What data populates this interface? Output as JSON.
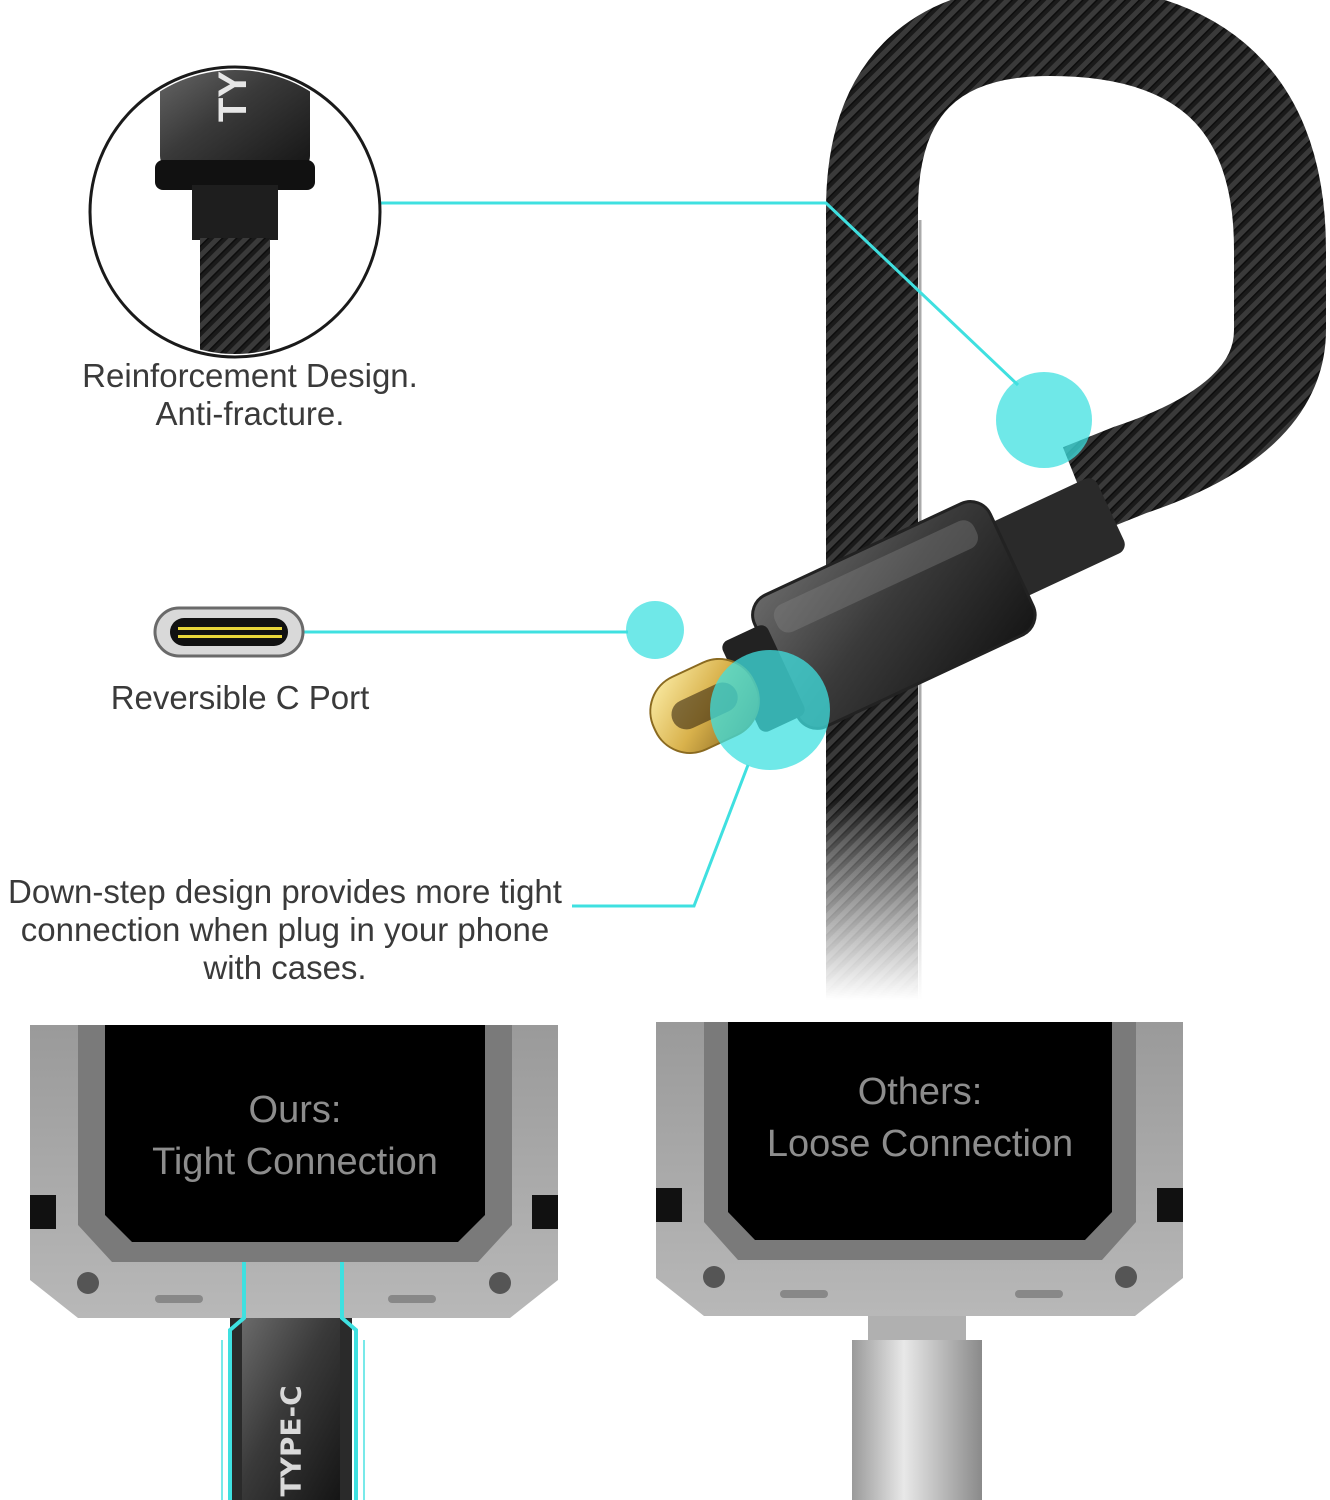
{
  "captions": {
    "reinforcement_line1": "Reinforcement Design.",
    "reinforcement_line2": "Anti-fracture.",
    "reversible": "Reversible C Port",
    "downstep_line1": "Down-step design provides more tight",
    "downstep_line2": "connection when plug in your phone",
    "downstep_line3": "with cases."
  },
  "panels": {
    "ours_line1": "Ours:",
    "ours_line2": "Tight Connection",
    "others_line1": "Others:",
    "others_line2": "Loose Connection"
  },
  "connector_labels": {
    "inset": "TY",
    "bottom": "TYPE-C"
  },
  "colors": {
    "accent_cyan": "#3fe0e0",
    "cable_black": "#1b1b1b",
    "metal_gunmetal": "#4a4a4a",
    "gold_connector": "#d9b24c",
    "phone_frame": "#a6a6a6",
    "screen_black": "#000000",
    "silver_plug": "#c8c8c8"
  }
}
